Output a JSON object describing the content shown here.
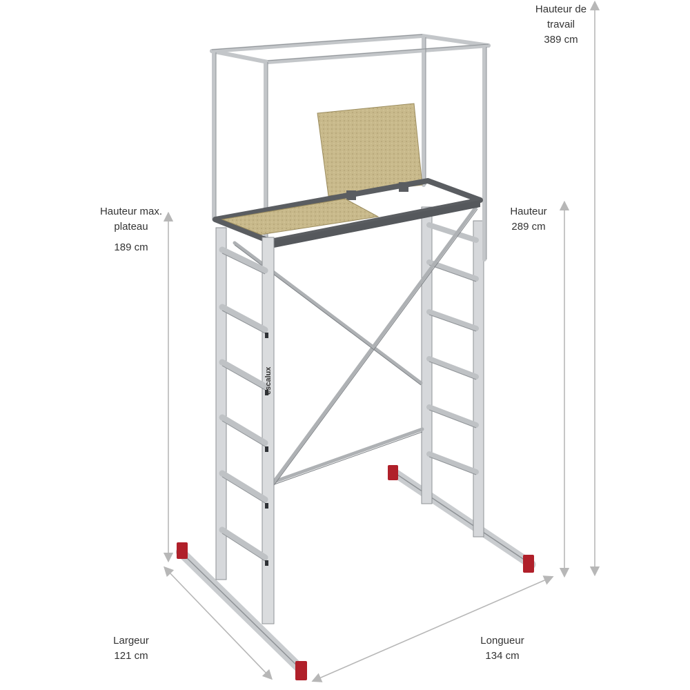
{
  "dimensions": {
    "working_height": {
      "line1": "Hauteur de",
      "line2": "travail",
      "value": "389 cm"
    },
    "platform_height": {
      "line1": "Hauteur max.",
      "line2": "plateau",
      "value": "189 cm"
    },
    "height": {
      "line1": "Hauteur",
      "value": "289 cm"
    },
    "width": {
      "line1": "Largeur",
      "value": "121 cm"
    },
    "length": {
      "line1": "Longueur",
      "value": "134 cm"
    }
  },
  "brand": "escalux",
  "colors": {
    "aluminium": "#c9cccf",
    "aluminium_dark": "#8e9296",
    "platform_frame": "#5a5d61",
    "board": "#c8b98b",
    "feet": "#b0202a",
    "arrow": "#b7b7b7"
  }
}
